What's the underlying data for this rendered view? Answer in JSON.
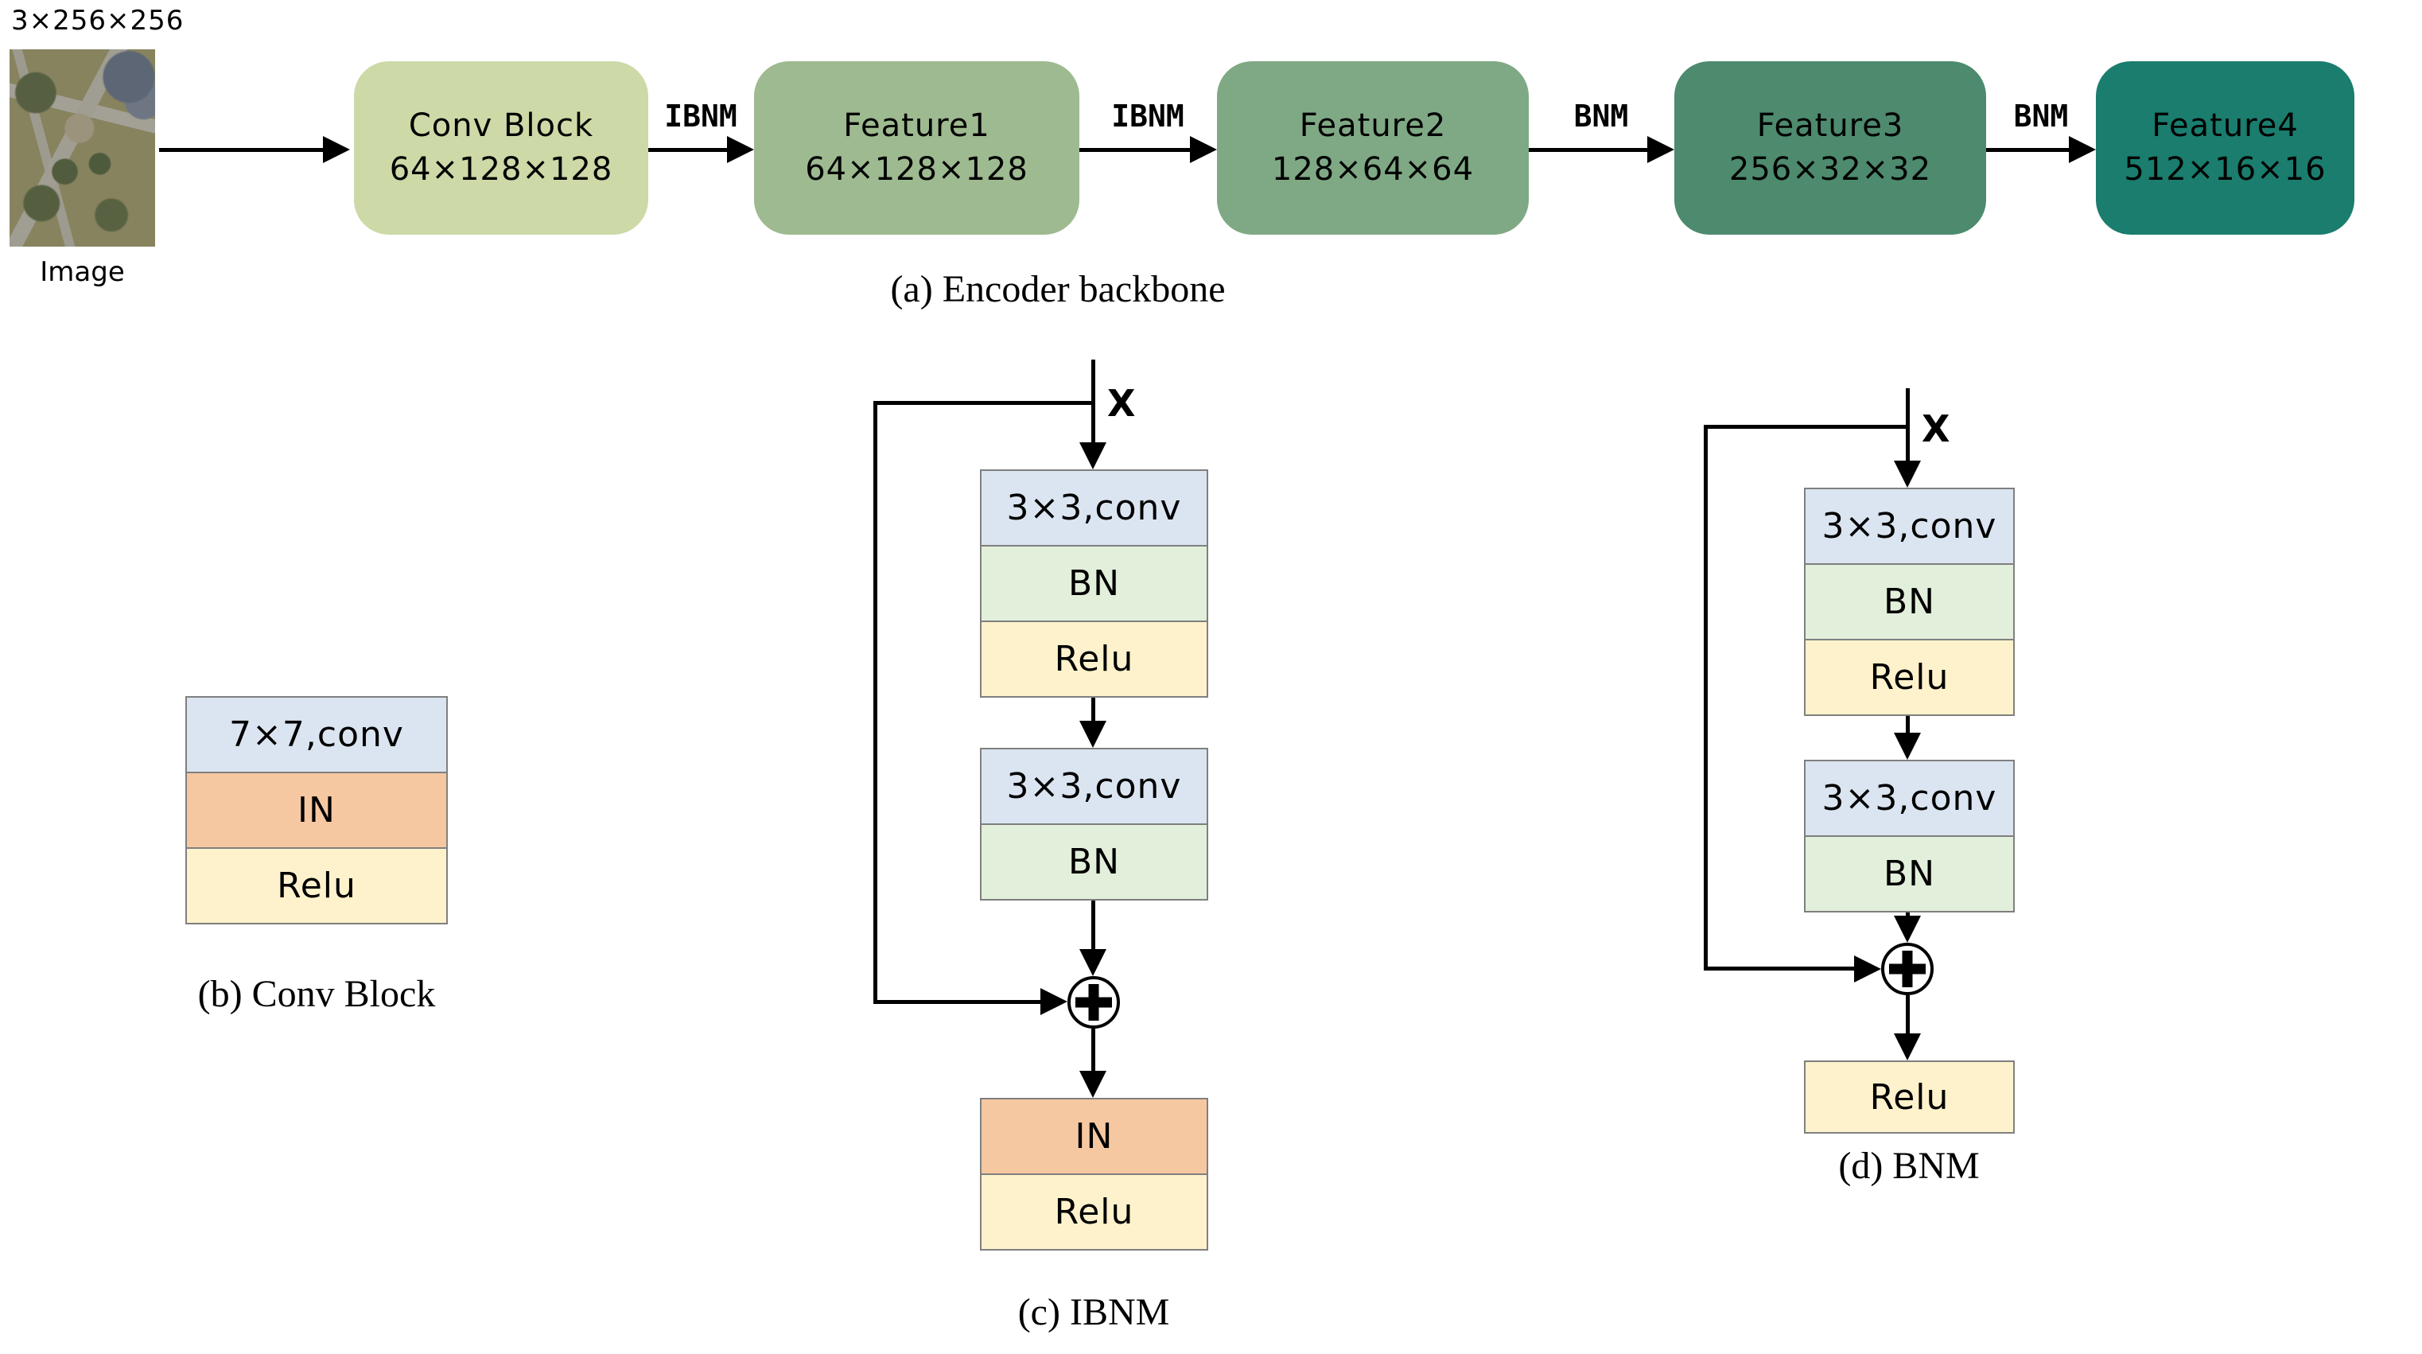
{
  "panel_a": {
    "caption": "(a) Encoder backbone",
    "input_dims": "3×256×256",
    "input_label": "Image",
    "boxes": [
      {
        "title": "Conv Block",
        "dims": "64×128×128",
        "color": "#cdd9a7"
      },
      {
        "title": "Feature1",
        "dims": "64×128×128",
        "color": "#9eba90"
      },
      {
        "title": "Feature2",
        "dims": "128×64×64",
        "color": "#7fa984"
      },
      {
        "title": "Feature3",
        "dims": "256×32×32",
        "color": "#4d8a6e"
      },
      {
        "title": "Feature4",
        "dims": "512×16×16",
        "color": "#1a7d6e"
      }
    ],
    "arrows": [
      "IBNM",
      "IBNM",
      "BNM",
      "BNM"
    ]
  },
  "panel_b": {
    "caption": "(b) Conv Block",
    "cells": [
      {
        "label": "7×7,conv",
        "color": "#dbe5f1"
      },
      {
        "label": "IN",
        "color": "#f6c8a2"
      },
      {
        "label": "Relu",
        "color": "#fef2cc"
      }
    ]
  },
  "panel_c": {
    "caption": "(c) IBNM",
    "input_label": "X",
    "top": [
      {
        "label": "3×3,conv",
        "color": "#dbe5f1"
      },
      {
        "label": "BN",
        "color": "#e2efda"
      },
      {
        "label": "Relu",
        "color": "#fef2cc"
      }
    ],
    "mid": [
      {
        "label": "3×3,conv",
        "color": "#dbe5f1"
      },
      {
        "label": "BN",
        "color": "#e2efda"
      }
    ],
    "bottom": [
      {
        "label": "IN",
        "color": "#f6c8a2"
      },
      {
        "label": "Relu",
        "color": "#fef2cc"
      }
    ]
  },
  "panel_d": {
    "caption": "(d) BNM",
    "input_label": "X",
    "top": [
      {
        "label": "3×3,conv",
        "color": "#dbe5f1"
      },
      {
        "label": "BN",
        "color": "#e2efda"
      },
      {
        "label": "Relu",
        "color": "#fef2cc"
      }
    ],
    "mid": [
      {
        "label": "3×3,conv",
        "color": "#dbe5f1"
      },
      {
        "label": "BN",
        "color": "#e2efda"
      }
    ],
    "bottom": [
      {
        "label": "Relu",
        "color": "#fef2cc"
      }
    ]
  }
}
